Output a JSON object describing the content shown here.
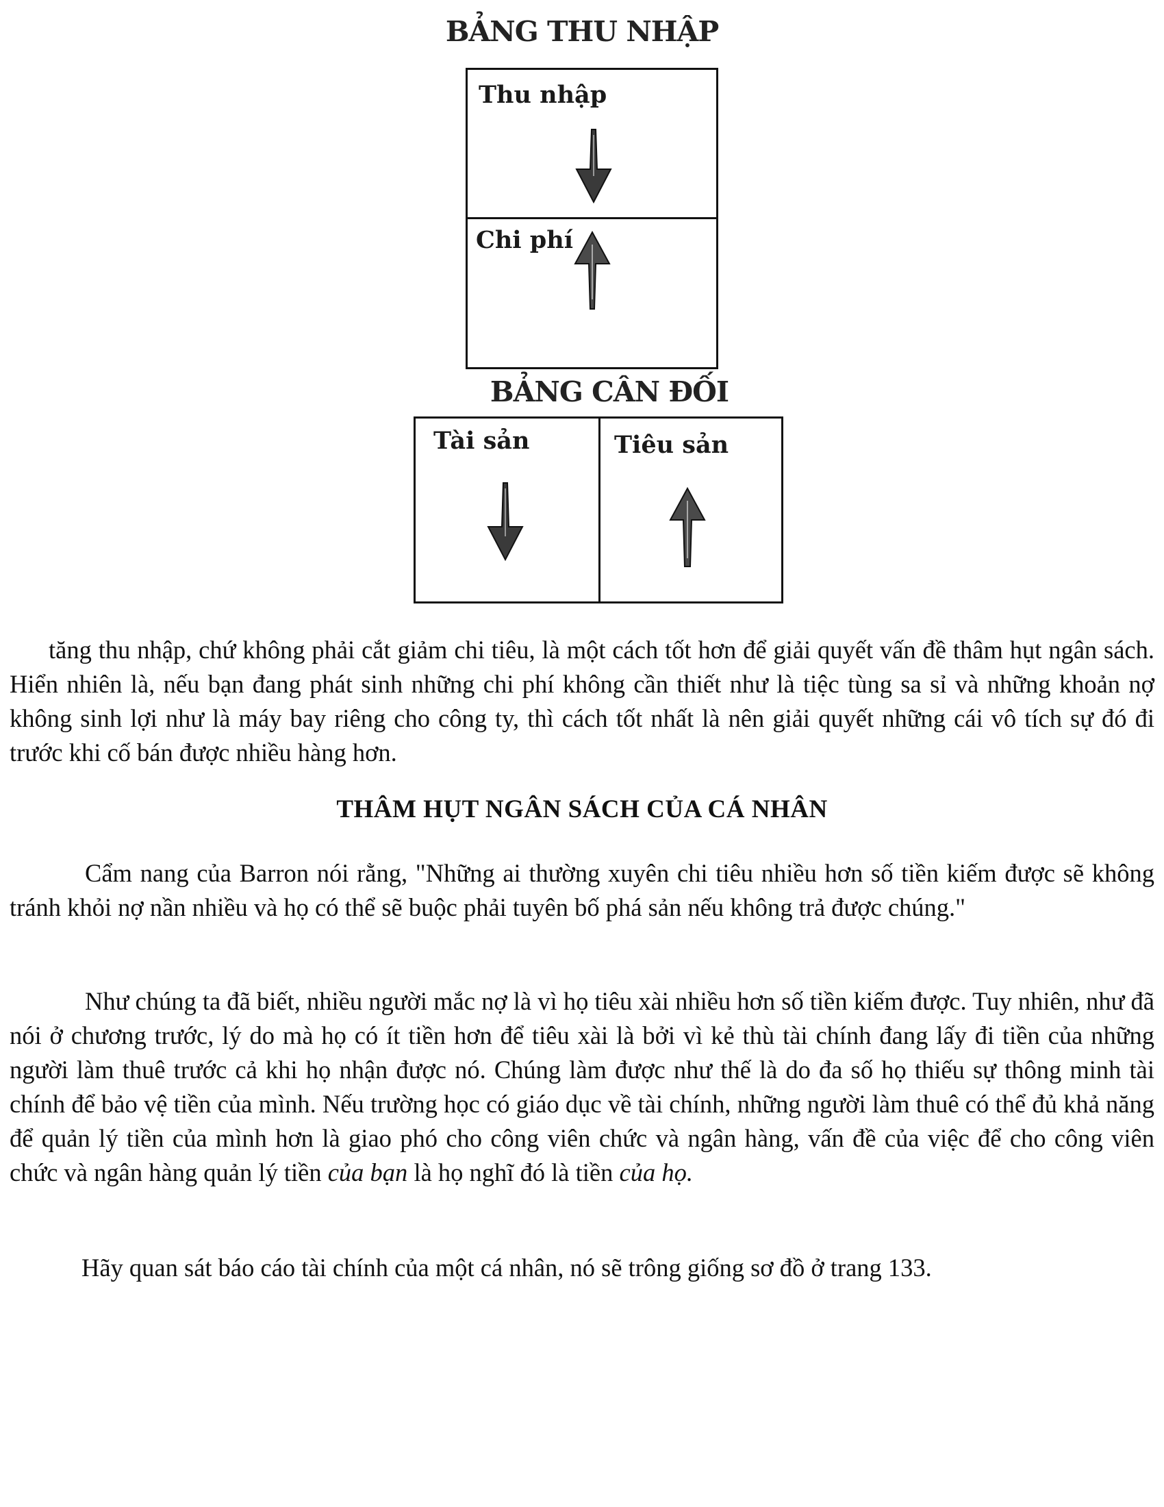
{
  "diagram": {
    "income_statement": {
      "title": "BẢNG THU NHẬP",
      "income_label": "Thu nhập",
      "income_arrow": "down-arrow",
      "expense_label": "Chi phí",
      "expense_arrow": "up-arrow"
    },
    "balance_sheet": {
      "title": "BẢNG CÂN ĐỐI",
      "assets_label": "Tài sản",
      "assets_arrow": "down-arrow",
      "liabilities_label": "Tiêu sản",
      "liabilities_arrow": "up-arrow"
    }
  },
  "body": {
    "p1": "tăng thu nhập, chứ không phải cắt giảm chi tiêu, là một cách tốt hơn để giải quyết vấn đề thâm hụt ngân sách. Hiển nhiên là, nếu bạn đang phát sinh những chi phí không cần thiết như là tiệc tùng sa sỉ và những khoản nợ không sinh lợi như là máy bay riêng cho công ty, thì cách tốt nhất là nên giải quyết những cái vô tích sự đó đi trước khi cố bán được nhiều hàng hơn.",
    "section_heading": "THÂM HỤT NGÂN SÁCH CỦA CÁ NHÂN",
    "p2": "Cẩm nang của Barron nói rằng, \"Những ai thường xuyên chi tiêu nhiều hơn số tiền kiếm được sẽ không tránh khỏi nợ nần nhiều và họ có thể sẽ buộc phải tuyên bố phá sản nếu không trả được chúng.\"",
    "p3_main": "Như chúng ta đã biết, nhiều người mắc nợ là vì họ tiêu xài nhiều hơn số tiền kiếm được. Tuy nhiên, như đã nói ở chương trước, lý do mà họ có ít tiền hơn để tiêu xài là bởi vì kẻ thù tài chính đang lấy đi tiền của những người làm thuê trước cả khi họ nhận được nó. Chúng làm được như thế là do đa số họ thiếu sự thông minh tài chính để bảo vệ tiền của mình. Nếu trường học có giáo dục về tài chính, những người làm thuê có thể đủ khả năng để quản lý tiền của mình hơn là giao phó cho công viên chức và ngân hàng, vấn đề của việc để cho công viên chức và ngân hàng quản lý tiền ",
    "p3_em1": "của bạn",
    "p3_mid": " là họ nghĩ đó là tiền ",
    "p3_em2": "của họ.",
    "p4": "Hãy quan sát báo cáo tài chính của một cá nhân, nó sẽ trông giống sơ đồ ở trang 133."
  }
}
